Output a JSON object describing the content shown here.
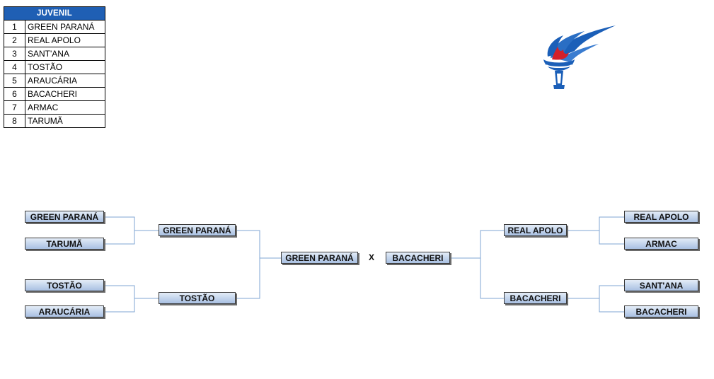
{
  "table": {
    "title": "JUVENIL",
    "rows": [
      {
        "pos": "1",
        "team": "GREEN PARANÁ"
      },
      {
        "pos": "2",
        "team": "REAL APOLO"
      },
      {
        "pos": "3",
        "team": "SANT'ANA"
      },
      {
        "pos": "4",
        "team": "TOSTÃO"
      },
      {
        "pos": "5",
        "team": "ARAUCÁRIA"
      },
      {
        "pos": "6",
        "team": "BACACHERI"
      },
      {
        "pos": "7",
        "team": "ARMAC"
      },
      {
        "pos": "8",
        "team": "TARUMÃ"
      }
    ]
  },
  "bracket": {
    "left_round1": [
      "GREEN PARANÁ",
      "TARUMÃ",
      "TOSTÃO",
      "ARAUCÁRIA"
    ],
    "left_round2": [
      "GREEN PARANÁ",
      "TOSTÃO"
    ],
    "final_left": "GREEN PARANÁ",
    "versus": "X",
    "final_right": "BACACHERI",
    "right_round2": [
      "REAL APOLO",
      "BACACHERI"
    ],
    "right_round1": [
      "REAL APOLO",
      "ARMAC",
      "SANT'ANA",
      "BACACHERI"
    ]
  },
  "colors": {
    "header": "#1f5fb4",
    "line": "#7fa6d3",
    "logo_blue": "#1b5fb8",
    "logo_red": "#d4202a"
  },
  "logo": {
    "icon": "torch-flame-icon"
  }
}
